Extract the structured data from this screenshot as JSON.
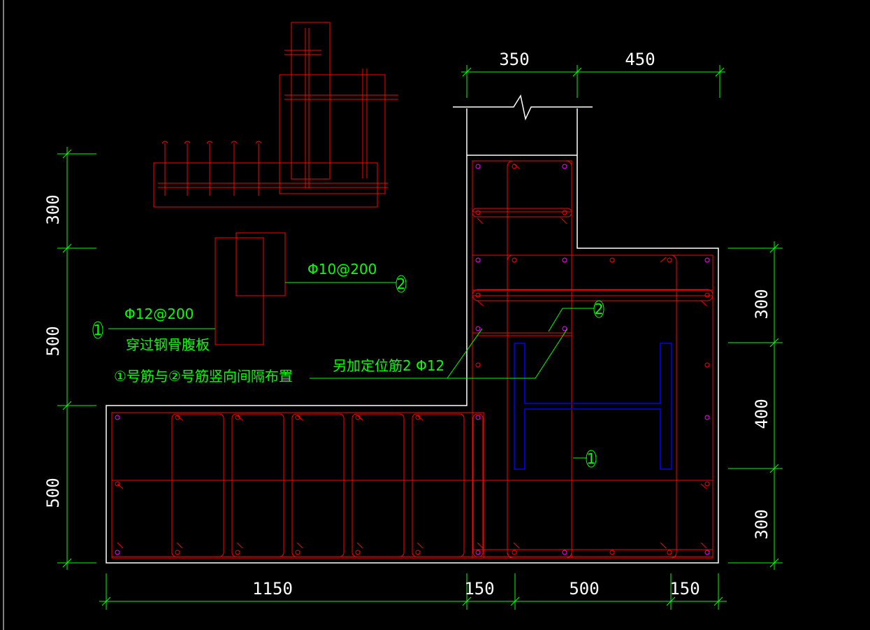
{
  "colors": {
    "background": "#000000",
    "outline": "#ffffff",
    "rebar": "#ff0000",
    "steel_section": "#0000ff",
    "dimension": "#00ff00",
    "dot": "#ff00ff"
  },
  "dimensions": {
    "top": [
      "350",
      "450"
    ],
    "left": [
      "300",
      "500",
      "500"
    ],
    "right": [
      "300",
      "400",
      "300"
    ],
    "bottom": [
      "1150",
      "150",
      "500",
      "150"
    ]
  },
  "annotations": {
    "phi10": "Φ10@200",
    "phi12": "Φ12@200",
    "through_web": "穿过钢骨腹板",
    "interleave_note": "①号筋与②号筋竖向间隔布置",
    "extra_bar": "另加定位筋2 Φ12"
  },
  "tags": {
    "one": "1",
    "two": "2"
  }
}
